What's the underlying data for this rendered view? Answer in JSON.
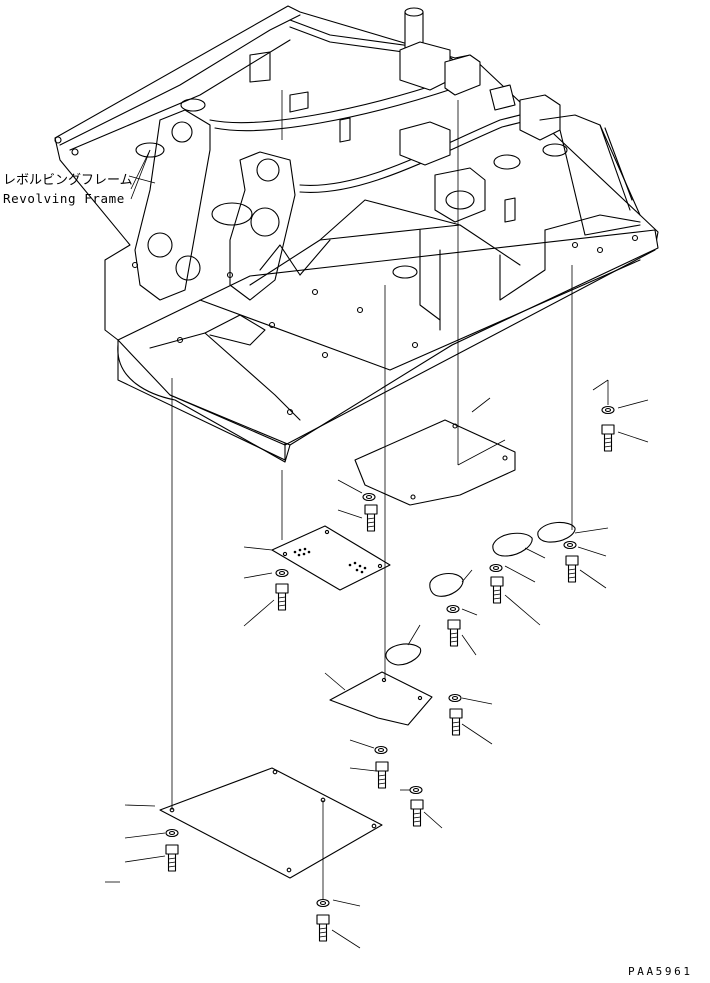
{
  "frame_label_japanese": "レボルビングフレーム",
  "frame_label_english": "Revolving Frame",
  "drawing_code": "PAA5961",
  "colors": {
    "ink": "#000000",
    "paper": "#ffffff"
  },
  "parts": [
    "revolving-frame",
    "large-under-cover",
    "rear-cover-plate",
    "perforated-cover-plate",
    "small-cover-plate",
    "oval-cover-1",
    "oval-cover-2",
    "oval-cover-3",
    "oval-cover-4",
    "bolts",
    "washers"
  ]
}
